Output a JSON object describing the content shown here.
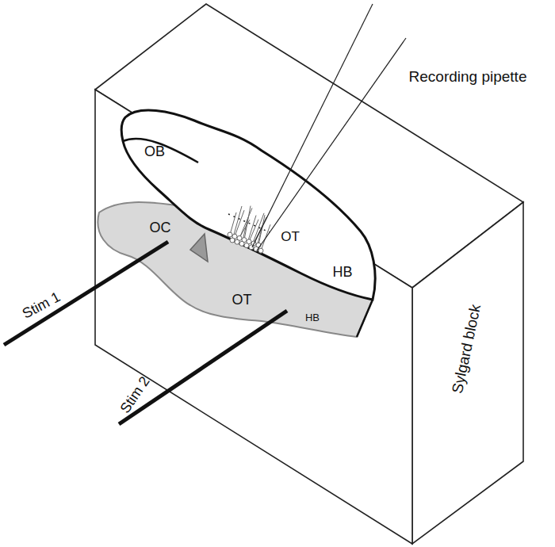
{
  "diagram": {
    "labels": [
      "Recording pipette",
      "OB",
      "OC",
      "OT",
      "HB",
      "OT",
      "HB",
      "Stim 1",
      "Stim 2",
      "Sylgard block"
    ]
  }
}
